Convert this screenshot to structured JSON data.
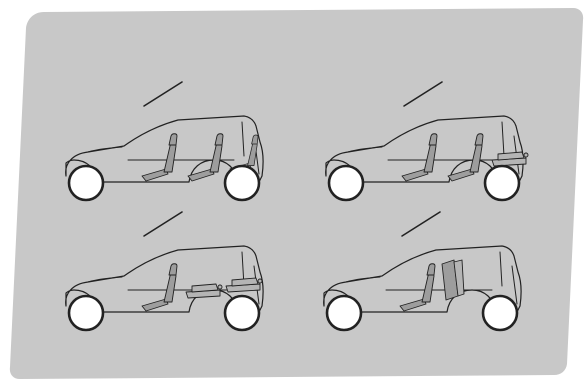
{
  "panel": {
    "background_color": "#c8c8c8",
    "card_color": "#ffffff"
  },
  "configurations": [
    {
      "name": "all-seats-upright",
      "second_row": "upright",
      "third_row": "upright"
    },
    {
      "name": "third-row-folded",
      "second_row": "upright",
      "third_row": "folded"
    },
    {
      "name": "second-and-third-row-folded",
      "second_row": "folded",
      "third_row": "folded"
    },
    {
      "name": "rear-seats-removed-second-row-tumbled",
      "second_row": "tumbled",
      "third_row": "removed"
    }
  ],
  "icons": {
    "car": "minivan-side-view-icon",
    "seat": "seat-icon",
    "wheel": "wheel-icon"
  }
}
